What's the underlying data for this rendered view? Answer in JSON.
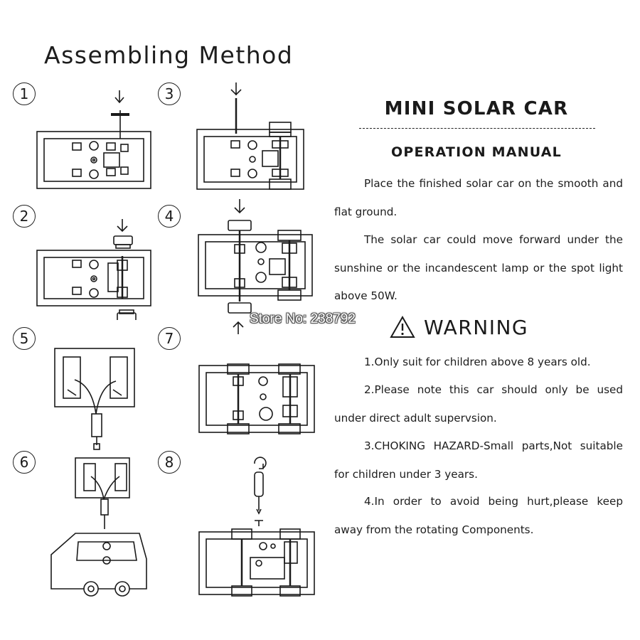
{
  "left_heading": "Assembling Method",
  "steps": [
    {
      "number": "1"
    },
    {
      "number": "2"
    },
    {
      "number": "3"
    },
    {
      "number": "4"
    },
    {
      "number": "5"
    },
    {
      "number": "6"
    },
    {
      "number": "7"
    },
    {
      "number": "8"
    }
  ],
  "manual": {
    "title": "MINI SOLAR CAR",
    "subtitle": "OPERATION MANUAL",
    "paragraphs": [
      "Place the finished solar car on the smooth and flat ground.",
      "The solar car could move forward under the sunshine or the incandescent lamp or the spot light above 50W."
    ],
    "warning_icon": "warning-triangle-icon",
    "warning_label": "WARNING",
    "warnings": [
      "1.Only suit for children above 8 years old.",
      "2.Please note this car should only be used under direct adult supervsion.",
      "3.CHOKING HAZARD-Small parts,Not suitable for children under 3 years.",
      "4.In order to avoid being hurt,please keep away from the rotating Components."
    ]
  },
  "watermark": "Store No: 238792",
  "colors": {
    "ink": "#1a1a1a",
    "paper": "#ffffff"
  }
}
